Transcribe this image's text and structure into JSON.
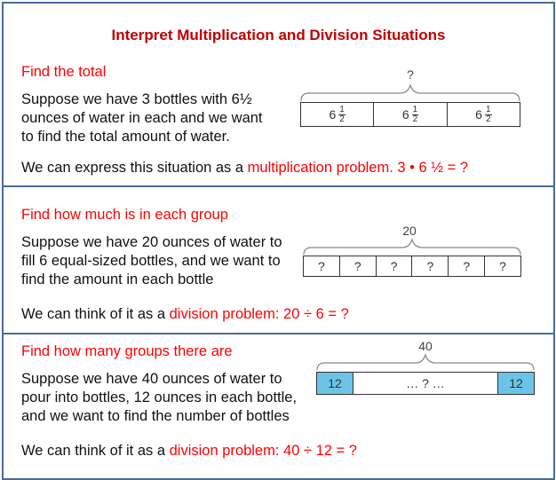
{
  "title": "Interpret Multiplication and Division Situations",
  "sections": [
    {
      "heading": "Find the total",
      "body": [
        "Suppose we have 3 bottles with 6½",
        "ounces of water in each and we want",
        "to find the total amount of water."
      ],
      "expr_prefix": "We can express this situation as a ",
      "expr_red": "multiplication problem. 3 • 6 ½ = ?",
      "diagram": {
        "brace_label": "?",
        "cells": [
          {
            "whole": "6",
            "num": "1",
            "den": "2"
          },
          {
            "whole": "6",
            "num": "1",
            "den": "2"
          },
          {
            "whole": "6",
            "num": "1",
            "den": "2"
          }
        ]
      }
    },
    {
      "heading": "Find how much is in each group",
      "body": [
        "Suppose we have 20 ounces of water to",
        "fill 6 equal-sized bottles, and we want to",
        "find the amount in each bottle"
      ],
      "expr_prefix": "We can think of it as a ",
      "expr_red": "division problem:  20 ÷ 6 = ?",
      "diagram": {
        "brace_label": "20",
        "cells": [
          "?",
          "?",
          "?",
          "?",
          "?",
          "?"
        ]
      }
    },
    {
      "heading": "Find how many groups there are",
      "body": [
        "Suppose we have 40 ounces of water to",
        "pour into bottles, 12 ounces in each bottle,",
        "and we want to find the number of bottles"
      ],
      "expr_prefix": "We can think of it as a ",
      "expr_red": "division problem:  40 ÷ 12 = ?",
      "diagram": {
        "brace_label": "40",
        "cells": [
          "12",
          "… ? …",
          "12"
        ]
      }
    }
  ],
  "colors": {
    "border": "#4a6a95",
    "title": "#c00000",
    "accent": "#ff0000",
    "highlight_cell": "#6bc4e8"
  }
}
